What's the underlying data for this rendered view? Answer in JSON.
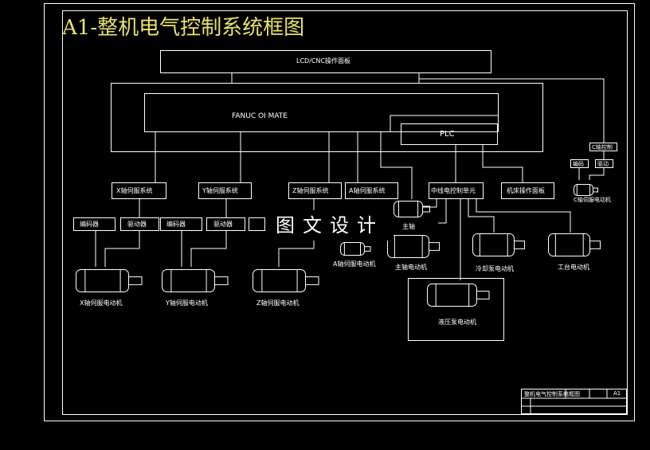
{
  "title": "A1-整机电气控制系统框图",
  "watermark": "图文设计",
  "blocks": {
    "lcd": "LCD/CNC操作面板",
    "fanuc": "FANUC OI MATE",
    "plc": "PLC",
    "x_servo": "X轴伺服系统",
    "y_servo": "Y轴伺服系统",
    "z_servo": "Z轴伺服系统",
    "a_servo": "A轴伺服系统",
    "mid_ctrl": "中线电控制单元",
    "panel": "机床操作面板",
    "c_small": "C轴控制",
    "c_box1": "编码",
    "c_box2": "驱动",
    "encoder": "编码器",
    "driver": "驱动器",
    "spindle_small": "主轴"
  },
  "motors": {
    "x": "X轴伺服电动机",
    "y": "Y轴伺服电动机",
    "z": "Z轴伺服电动机",
    "a": "A轴伺服电动机",
    "spindle": "主轴电动机",
    "coolant": "冷却泵电动机",
    "table": "工台电动机",
    "hydraulic": "液压泵电动机",
    "c": "C轴伺服电动机"
  },
  "titleblock": {
    "name": "整机电气控制系统框图",
    "sheet": "A1"
  },
  "colors": {
    "background": "#000000",
    "lines": "#ffffff",
    "title": "#e8e26a"
  }
}
